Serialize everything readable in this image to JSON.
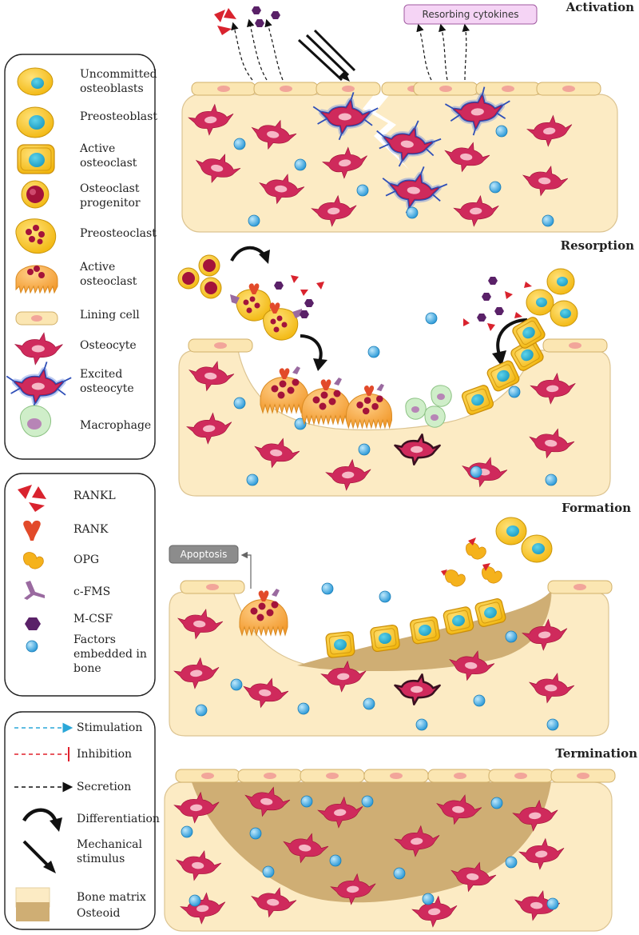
{
  "colors": {
    "bone_matrix": "#fcebc4",
    "bone_border": "#d8c08a",
    "osteoid": "#cfae74",
    "osteocyte": "#cf2a5c",
    "excited_glow": "#3d5fc2",
    "osteoblast": "#f6c21a",
    "osteoclast": "#f7a43a",
    "factor": "#39a8e0",
    "rankl": "#d9232e",
    "mcsf": "#5a2168",
    "cytokine_box": "#f5d4f5",
    "apoptosis_box": "#8c8c8c"
  },
  "cell_legend": [
    {
      "icon": "uncommitted-osteoblast-icon",
      "label_lines": [
        "Uncommitted",
        "osteoblasts"
      ]
    },
    {
      "icon": "preosteoblast-icon",
      "label_lines": [
        "Preosteoblast"
      ]
    },
    {
      "icon": "active-osteoblast-icon",
      "label_lines": [
        "Active",
        "osteoclast"
      ]
    },
    {
      "icon": "osteoclast-progenitor-icon",
      "label_lines": [
        "Osteoclast",
        "progenitor"
      ]
    },
    {
      "icon": "preosteoclast-icon",
      "label_lines": [
        "Preosteoclast"
      ]
    },
    {
      "icon": "active-osteoclast-icon",
      "label_lines": [
        "Active",
        "osteoclast"
      ]
    },
    {
      "icon": "lining-cell-icon",
      "label_lines": [
        "Lining cell"
      ]
    },
    {
      "icon": "osteocyte-icon",
      "label_lines": [
        "Osteocyte"
      ]
    },
    {
      "icon": "excited-osteocyte-icon",
      "label_lines": [
        "Excited",
        "osteocyte"
      ]
    },
    {
      "icon": "macrophage-icon",
      "label_lines": [
        "Macrophage"
      ]
    }
  ],
  "molecule_legend": [
    {
      "icon": "rankl-icon",
      "label_lines": [
        "RANKL"
      ]
    },
    {
      "icon": "rank-icon",
      "label_lines": [
        "RANK"
      ]
    },
    {
      "icon": "opg-icon",
      "label_lines": [
        "OPG"
      ]
    },
    {
      "icon": "c-fms-icon",
      "label_lines": [
        "c-FMS"
      ]
    },
    {
      "icon": "m-csf-icon",
      "label_lines": [
        "M-CSF"
      ]
    },
    {
      "icon": "factor-icon",
      "label_lines": [
        "Factors",
        "embedded in",
        "bone"
      ]
    }
  ],
  "symbol_legend": [
    {
      "icon": "stimulation-arrow-icon",
      "label_lines": [
        "Stimulation"
      ]
    },
    {
      "icon": "inhibition-line-icon",
      "label_lines": [
        "Inhibition"
      ]
    },
    {
      "icon": "secretion-arrow-icon",
      "label_lines": [
        "Secretion"
      ]
    },
    {
      "icon": "differentiation-arrow-icon",
      "label_lines": [
        "Differentiation"
      ]
    },
    {
      "icon": "mechanical-stimulus-icon",
      "label_lines": [
        "Mechanical",
        "stimulus"
      ]
    },
    {
      "icon": "bone-matrix-swatch-icon",
      "label_lines": [
        "Bone matrix"
      ]
    },
    {
      "icon": "osteoid-swatch-icon",
      "label_lines": [
        "Osteoid"
      ]
    }
  ],
  "stages": [
    {
      "title": "Activation"
    },
    {
      "title": "Resorption"
    },
    {
      "title": "Formation"
    },
    {
      "title": "Termination"
    }
  ],
  "callouts": {
    "resorbing_cytokines": "Resorbing cytokines",
    "apoptosis": "Apoptosis"
  }
}
